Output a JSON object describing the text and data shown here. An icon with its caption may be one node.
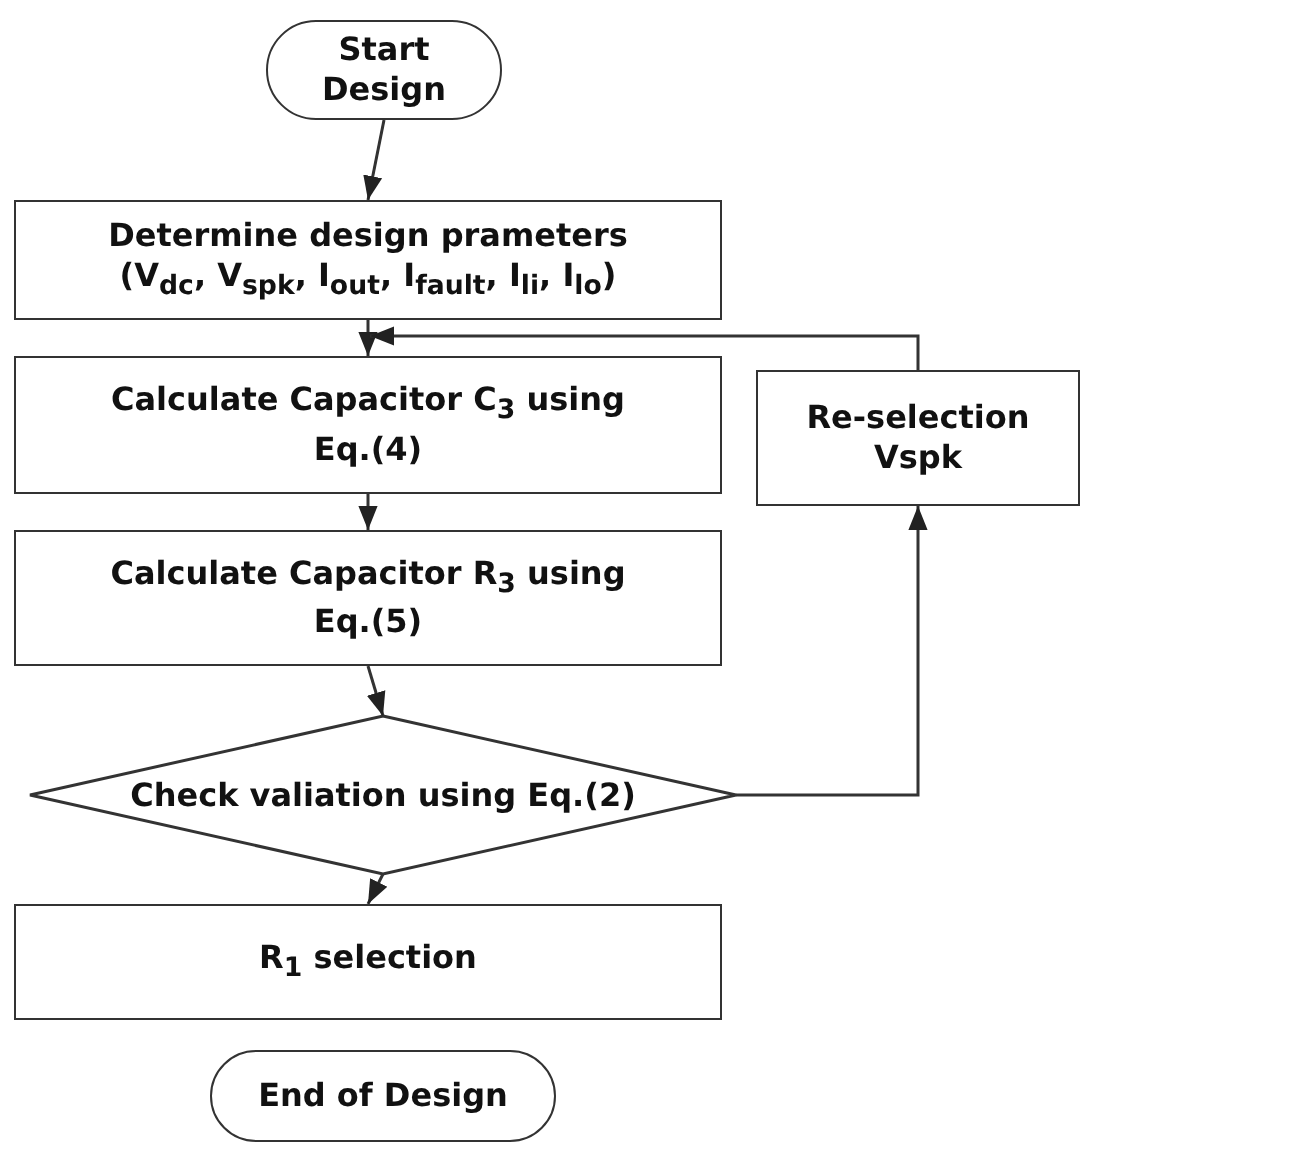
{
  "diagram": {
    "nodes": [
      {
        "text": [
          "Start Design"
        ]
      },
      {
        "text": [
          "Determine design prameters",
          "(V$_{dc}$, V$_{spk}$, I$_{out}$, I$_{fault}$, I$_{li}$, I$_{lo}$)"
        ]
      },
      {
        "text": [
          "Calculate Capacitor C$_{3}$ using Eq.(4)"
        ]
      },
      {
        "text": [
          "Re-selection Vspk"
        ]
      },
      {
        "text": [
          "Calculate Capacitor R$_{3}$ using Eq.(5)"
        ]
      },
      {
        "text": [
          "Check valiation using Eq.(2)"
        ]
      },
      {
        "text": [
          "R$_{1}$ selection"
        ]
      },
      {
        "text": [
          "End of Design"
        ]
      }
    ],
    "edges": [
      {
        "from": 0,
        "to": 1,
        "arrow": "to"
      },
      {
        "from": 1,
        "to": 2,
        "arrow": "to"
      },
      {
        "from": 2,
        "to": 4,
        "arrow": "to"
      },
      {
        "from": 4,
        "to": 5,
        "arrow": "to"
      },
      {
        "from": 5,
        "to": 6,
        "arrow": "to"
      },
      {
        "from": 5,
        "to": 3,
        "arrow": "to"
      },
      {
        "from": 3,
        "to": 2,
        "arrow": "to"
      }
    ]
  }
}
